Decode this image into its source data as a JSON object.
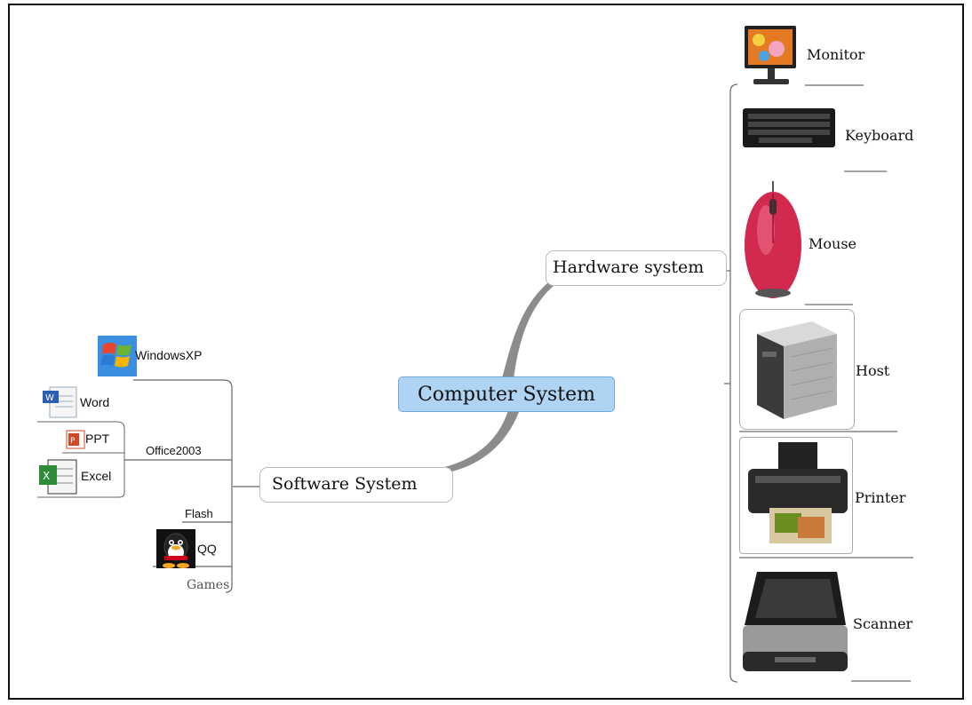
{
  "root": {
    "label": "Computer System"
  },
  "hardware": {
    "label": "Hardware system",
    "items": [
      {
        "label": "Monitor",
        "icon": "monitor-icon"
      },
      {
        "label": "Keyboard",
        "icon": "keyboard-icon"
      },
      {
        "label": "Mouse",
        "icon": "mouse-icon"
      },
      {
        "label": "Host",
        "icon": "host-icon"
      },
      {
        "label": "Printer",
        "icon": "printer-icon"
      },
      {
        "label": "Scanner",
        "icon": "scanner-icon"
      }
    ]
  },
  "software": {
    "label": "Software System",
    "os": {
      "label": "WindowsXP",
      "icon": "windows-logo-icon"
    },
    "office": {
      "label": "Office2003",
      "items": [
        {
          "label": "Word",
          "icon": "word-icon"
        },
        {
          "label": "PPT",
          "icon": "ppt-icon"
        },
        {
          "label": "Excel",
          "icon": "excel-icon"
        }
      ]
    },
    "flash": {
      "label": "Flash"
    },
    "games": {
      "label": "Games",
      "items": [
        {
          "label": "QQ",
          "icon": "qq-penguin-icon"
        }
      ]
    }
  }
}
